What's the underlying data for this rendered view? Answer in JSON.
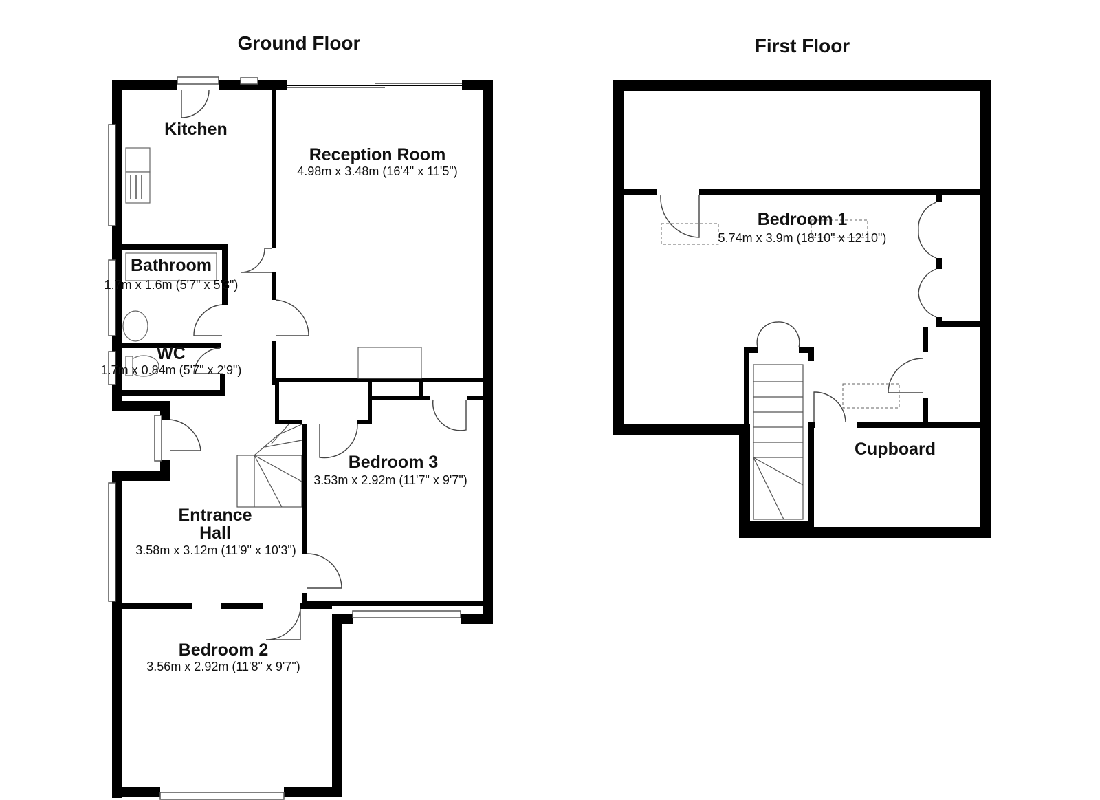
{
  "floors": {
    "ground": {
      "title": "Ground Floor",
      "rooms": {
        "kitchen": {
          "name": "Kitchen"
        },
        "reception": {
          "name": "Reception Room",
          "dims": "4.98m x 3.48m (16'4\" x 11'5\")"
        },
        "bathroom": {
          "name": "Bathroom",
          "dims": "1.7m x 1.6m (5'7\" x 5'3\")"
        },
        "wc": {
          "name": "WC",
          "dims": "1.7m x 0.84m (5'7\" x 2'9\")"
        },
        "bedroom3": {
          "name": "Bedroom 3",
          "dims": "3.53m x 2.92m (11'7\" x 9'7\")"
        },
        "entrance": {
          "name_line1": "Entrance",
          "name_line2": "Hall",
          "dims": "3.58m x 3.12m (11'9\" x 10'3\")"
        },
        "bedroom2": {
          "name": "Bedroom 2",
          "dims": "3.56m x 2.92m (11'8\" x 9'7\")"
        }
      }
    },
    "first": {
      "title": "First Floor",
      "rooms": {
        "bedroom1": {
          "name": "Bedroom 1",
          "dims": "5.74m x 3.9m (18'10\" x 12'10\")"
        },
        "cupboard": {
          "name": "Cupboard"
        }
      }
    }
  }
}
